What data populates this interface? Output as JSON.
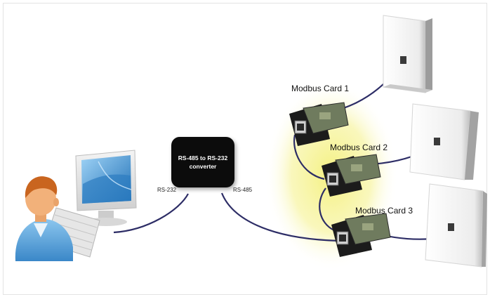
{
  "converter": {
    "line1": "RS-485 to RS-232",
    "line2": "converter"
  },
  "links": {
    "rs232": "RS-232",
    "rs485": "RS-485"
  },
  "cards": [
    {
      "label": "Modbus Card 1"
    },
    {
      "label": "Modbus Card 2"
    },
    {
      "label": "Modbus Card 3"
    }
  ],
  "colors": {
    "cable": "#2d2d66",
    "glow": "#f4f07a",
    "converter": "#0c0c0c",
    "shirt": "#5aa7dc",
    "skin": "#f2b17a",
    "hair": "#c9651f"
  }
}
